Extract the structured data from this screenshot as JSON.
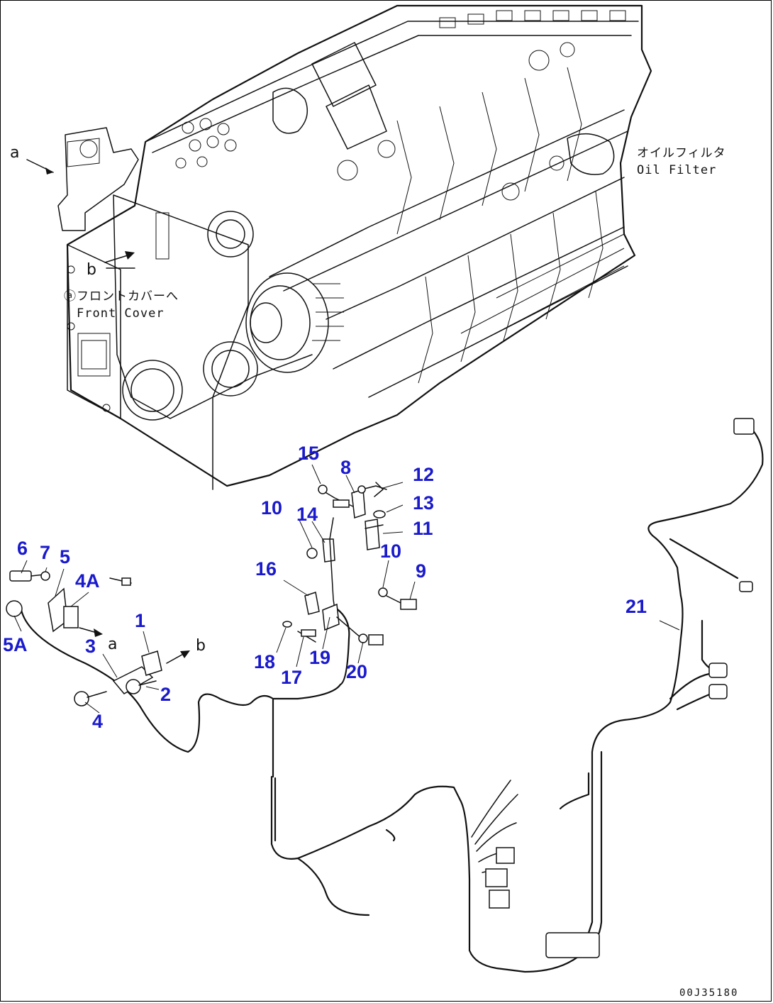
{
  "labels": {
    "oil_filter_jp": "オイルフィルタ",
    "oil_filter_en": "Oil Filter",
    "front_cover_jp": "ⓐフロントカバーへ",
    "front_cover_en": "Front Cover"
  },
  "refs": {
    "a_top": "a",
    "b_top": "b",
    "a_mid": "a",
    "b_mid": "b"
  },
  "drawing_code": "00J35180",
  "callouts": [
    "1",
    "2",
    "3",
    "4",
    "4A",
    "5",
    "5A",
    "6",
    "7",
    "8",
    "9",
    "10",
    "10",
    "11",
    "12",
    "13",
    "14",
    "15",
    "16",
    "17",
    "18",
    "19",
    "20",
    "21"
  ]
}
